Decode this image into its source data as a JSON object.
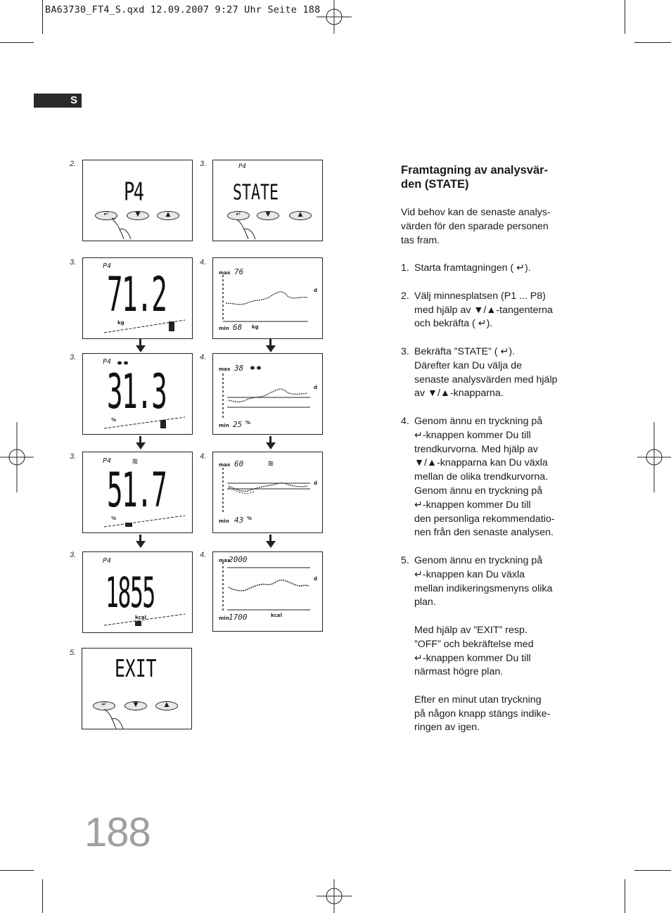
{
  "header": {
    "file_info": "BA63730_FT4_S.qxd  12.09.2007  9:27 Uhr  Seite 188"
  },
  "language_tab": "S",
  "section": {
    "title_line1": "Framtagning av analysvär-",
    "title_line2": "den (STATE)",
    "intro": [
      "Vid behov kan de senaste analys-",
      "värden för den sparade personen",
      "tas fram."
    ],
    "steps": [
      {
        "num": "1.",
        "lines": [
          "Starta framtagningen ( ↵)."
        ]
      },
      {
        "num": "2.",
        "lines": [
          "Välj minnesplatsen (P1 ... P8)",
          "med hjälp av ▼/▲-tangenterna",
          "och bekräfta ( ↵)."
        ]
      },
      {
        "num": "3.",
        "lines": [
          "Bekräfta ”STATE” ( ↵).",
          "Därefter kan Du välja de",
          "senaste analysvärden med hjälp",
          "av ▼/▲-knapparna."
        ]
      },
      {
        "num": "4.",
        "lines": [
          "Genom ännu en tryckning på",
          "↵-knappen kommer Du till",
          "trendkurvorna.  Med hjälp av",
          "▼/▲-knapparna kan Du växla",
          "mellan de olika trendkurvorna.",
          "Genom ännu en tryckning på",
          "↵-knappen kommer Du till",
          "den personliga rekommendatio-",
          "nen från den senaste analysen."
        ]
      },
      {
        "num": "5.",
        "lines": [
          "Genom ännu en tryckning på",
          "↵-knappen kan Du växla",
          "mellan indikeringsmenyns olika",
          "plan."
        ]
      }
    ],
    "extra1": [
      "Med hjälp av ”EXIT” resp.",
      "”OFF” och bekräftelse med",
      "↵-knappen kommer Du till",
      "närmast högre plan."
    ],
    "extra2": [
      "Efter en minut utan tryckning",
      "på någon knapp stängs indike-",
      "ringen av igen."
    ]
  },
  "panels": {
    "p1": {
      "step": "2.",
      "big": "P4"
    },
    "p2": {
      "step": "3.",
      "small": "P4",
      "big": "STATE"
    },
    "p3": {
      "step": "3.",
      "small": "P4",
      "big": "71.2",
      "unit": "kg"
    },
    "p4": {
      "step": "4.",
      "max_label": "max",
      "max_val": "76",
      "min_label": "min",
      "min_val": "68",
      "unit": "kg",
      "d": "d"
    },
    "p5": {
      "step": "3.",
      "small": "P4",
      "big": "31.3",
      "unit": "%"
    },
    "p6": {
      "step": "4.",
      "max_label": "max",
      "max_val": "38",
      "min_label": "min",
      "min_val": "25",
      "unit": "%",
      "d": "d"
    },
    "p7": {
      "step": "3.",
      "small": "P4",
      "big": "51.7",
      "unit": "%",
      "icon": "≋"
    },
    "p8": {
      "step": "4.",
      "max_label": "max",
      "max_val": "60",
      "min_label": "min",
      "min_val": "43",
      "unit": "%",
      "d": "d",
      "icon": "≋"
    },
    "p9": {
      "step": "3.",
      "small": "P4",
      "big": "1855",
      "unit": "kcal"
    },
    "p10": {
      "step": "4.",
      "max_label": "max",
      "max_val": "2000",
      "min_label": "min",
      "min_val": "1700",
      "unit": "kcal",
      "d": "d"
    },
    "p11": {
      "step": "5.",
      "big": "EXIT"
    }
  },
  "page_number": "188"
}
